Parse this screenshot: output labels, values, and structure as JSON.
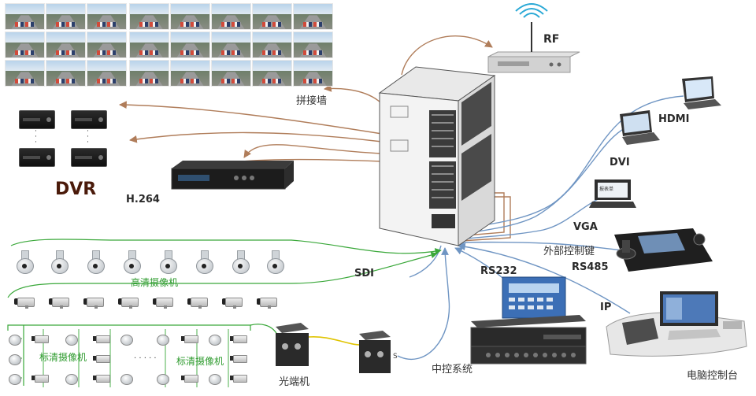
{
  "labels": {
    "video_wall": "拼接墙",
    "rf": "RF",
    "dvr": "DVR",
    "h264": "H.264",
    "hdmi": "HDMI",
    "dvi": "DVI",
    "vga": "VGA",
    "external_keyboard": "外部控制键",
    "rs485": "RS485",
    "rs232": "RS232",
    "ip": "IP",
    "sdi": "SDI",
    "hd_camera": "高清摄像机",
    "sd_camera_left": "标清摄像机",
    "sd_camera_right": "标清摄像机",
    "fiber_transceiver": "光端机",
    "central_control": "中控系统",
    "pc_console": "电脑控制台",
    "fiber_s": "S",
    "ellipsis": "· · · · ·",
    "dvr_dots": "·\n·\n·",
    "laptop_screen_text": "报表单"
  },
  "colors": {
    "copper_wire": "#b07d5a",
    "blue_wire": "#6f95c3",
    "green_wire": "#3aa83a",
    "yellow_wire": "#e0c400",
    "dvr_label": "#4a1a0a"
  }
}
